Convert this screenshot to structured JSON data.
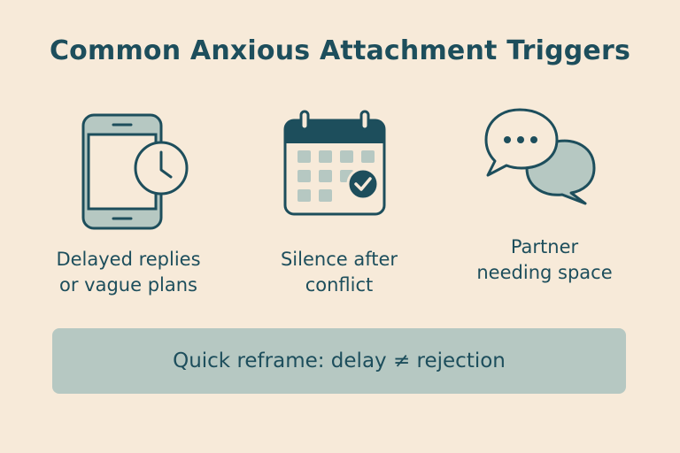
{
  "title": "Common Anxious Attachment Triggers",
  "triggers": [
    {
      "icon": "phone-clock-icon",
      "line1": "Delayed replies",
      "line2": "or vague plans"
    },
    {
      "icon": "calendar-check-icon",
      "line1": "Silence after",
      "line2": "conflict"
    },
    {
      "icon": "chat-bubbles-icon",
      "line1": "Partner",
      "line2": "needing space"
    }
  ],
  "reframe": "Quick reframe: delay ≠ rejection",
  "colors": {
    "background": "#f7ead9",
    "primary": "#1d4e5c",
    "muted": "#b6c8c2"
  }
}
